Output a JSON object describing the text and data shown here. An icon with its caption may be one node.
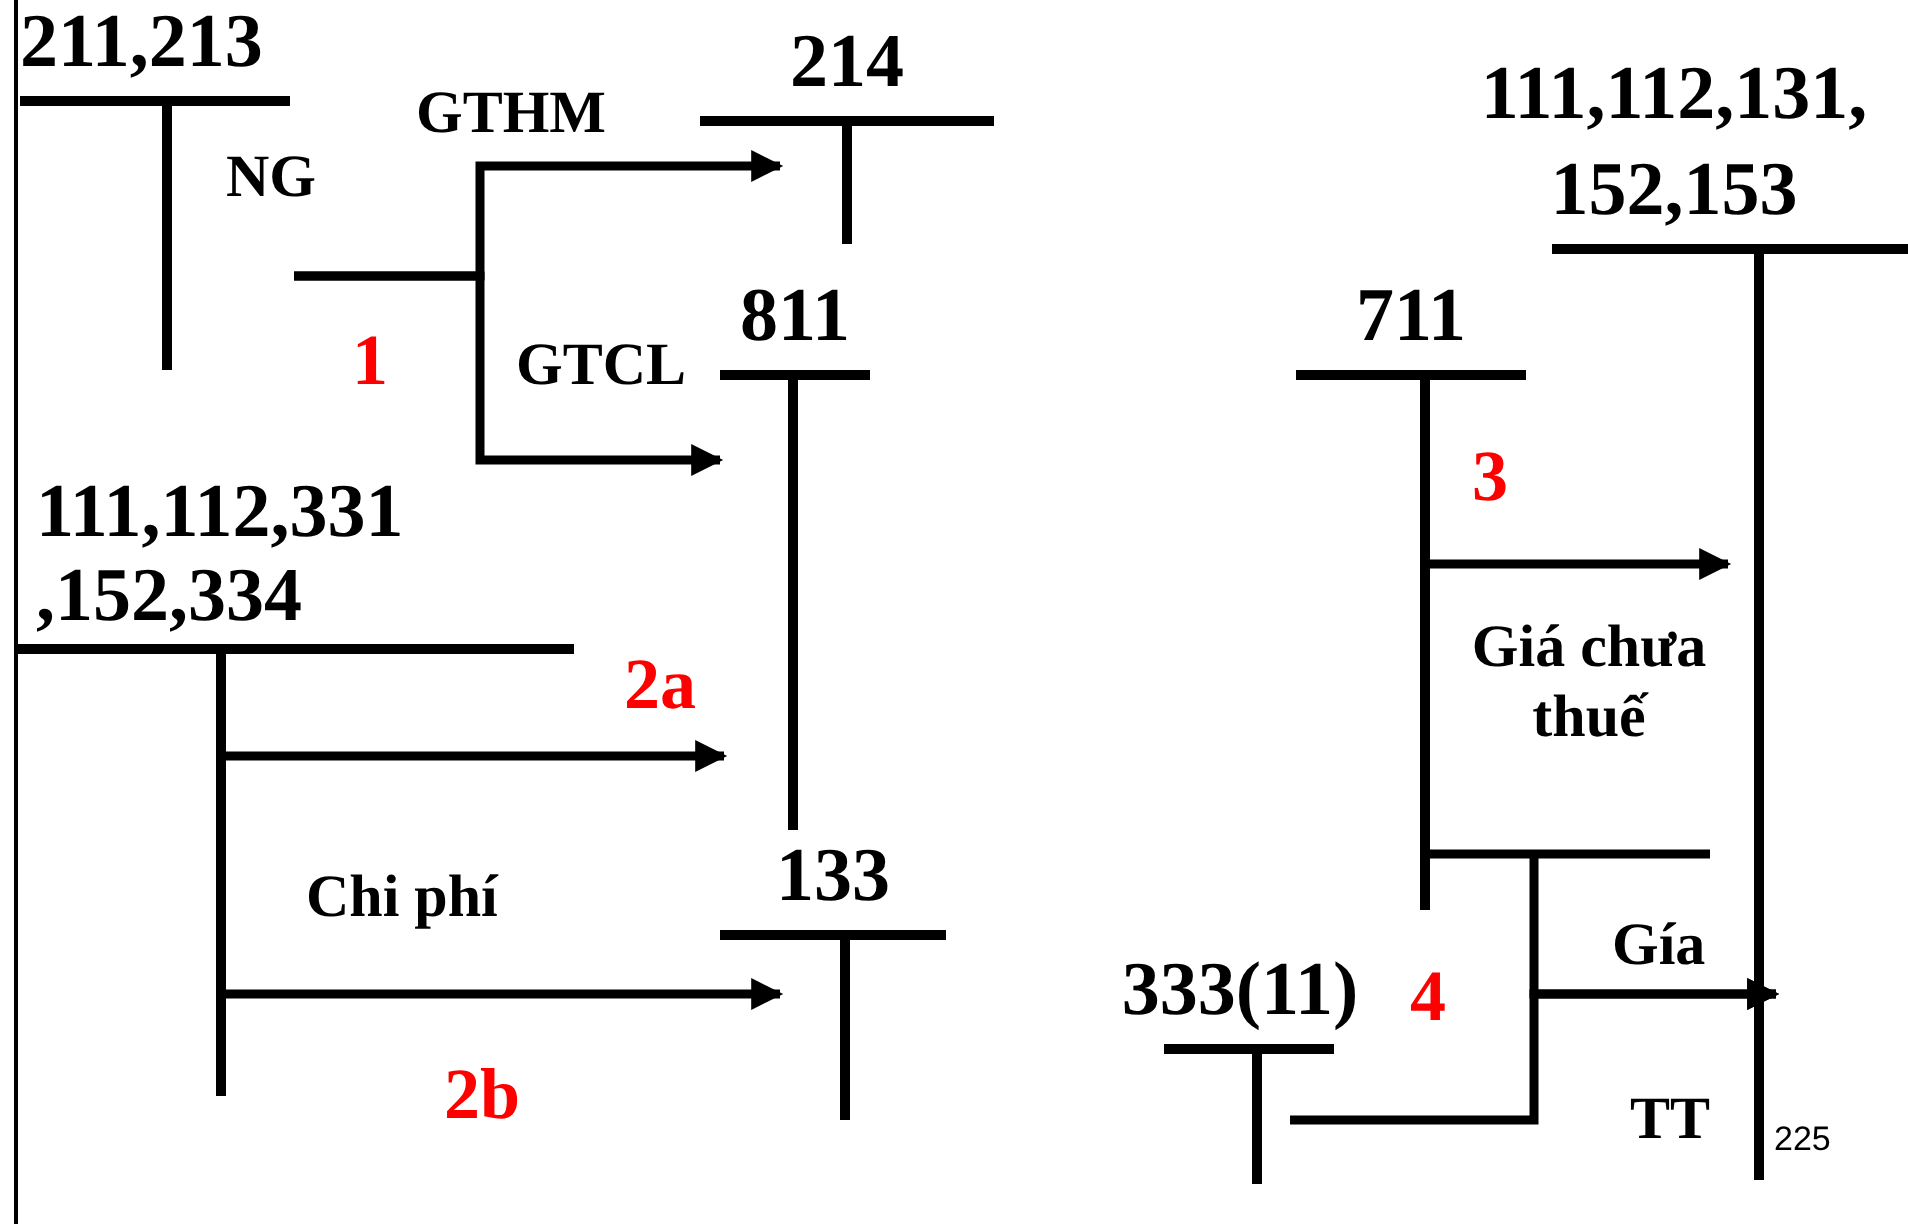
{
  "diagram": {
    "nodes": [
      {
        "text": [
          "211,213"
        ]
      },
      {
        "text": [
          "214"
        ]
      },
      {
        "text": [
          "811"
        ]
      },
      {
        "text": [
          "111,112,331 ,152,334"
        ]
      },
      {
        "text": [
          "133"
        ]
      },
      {
        "text": [
          "111,112,131, 152,153"
        ]
      },
      {
        "text": [
          "711"
        ]
      },
      {
        "text": [
          "333(11)"
        ]
      }
    ],
    "edges": [
      {
        "from": 0,
        "to": 1,
        "arrow": "to",
        "label": "GTHM"
      },
      {
        "from": 0,
        "to": 2,
        "arrow": "to",
        "label": "GTCL"
      },
      {
        "from": 3,
        "to": 2,
        "arrow": "to",
        "label": "2a"
      },
      {
        "from": 3,
        "to": 4,
        "arrow": "to",
        "label": "2b"
      },
      {
        "from": 6,
        "to": 5,
        "arrow": "to",
        "label": "3"
      },
      {
        "from": 6,
        "to": 5,
        "arrow": "to",
        "label": "Gía"
      },
      {
        "from": 7,
        "to": 5,
        "arrow": "to"
      }
    ],
    "labels": [
      "NG",
      "1",
      "Chi phí",
      "Giá chưa thuế",
      "4",
      "TT",
      "225"
    ]
  }
}
